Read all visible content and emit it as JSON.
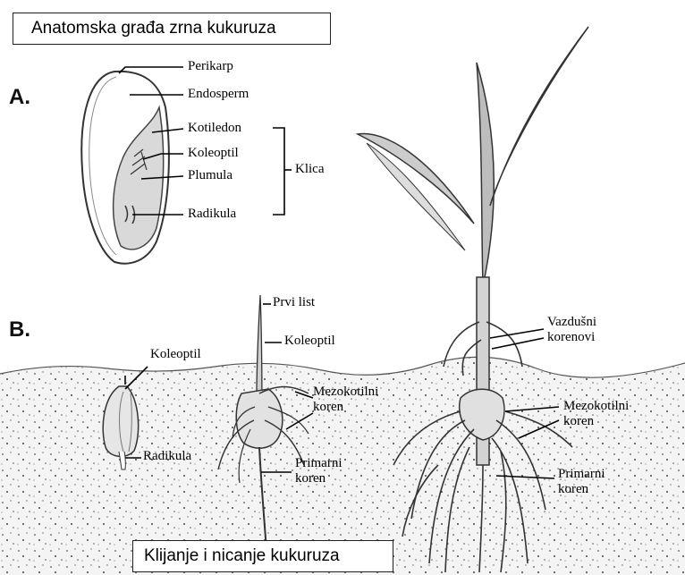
{
  "title_top": "Anatomska građa zrna kukuruza",
  "title_bottom": "Klijanje i nicanje  kukuruza",
  "section_a": "A.",
  "section_b": "B.",
  "kernel_labels": {
    "perikarp": "Perikarp",
    "endosperm": "Endosperm",
    "kotiledon": "Kotiledon",
    "koleoptil": "Koleoptil",
    "plumula": "Plumula",
    "radikula": "Radikula",
    "klica": "Klica"
  },
  "seedling1_labels": {
    "koleoptil": "Koleoptil",
    "radikula": "Radikula"
  },
  "seedling2_labels": {
    "prvi_list": "Prvi list",
    "koleoptil": "Koleoptil",
    "mezokotilni_koren": "Mezokotilni\nkoren",
    "primarni_koren": "Primarni\nkoren"
  },
  "plant_labels": {
    "vazdusni_korenovi": "Vazdušni\nkorenovi",
    "mezokotilni_koren": "Mezokotilni\nkoren",
    "primarni_koren": "Primarni\nkoren"
  }
}
